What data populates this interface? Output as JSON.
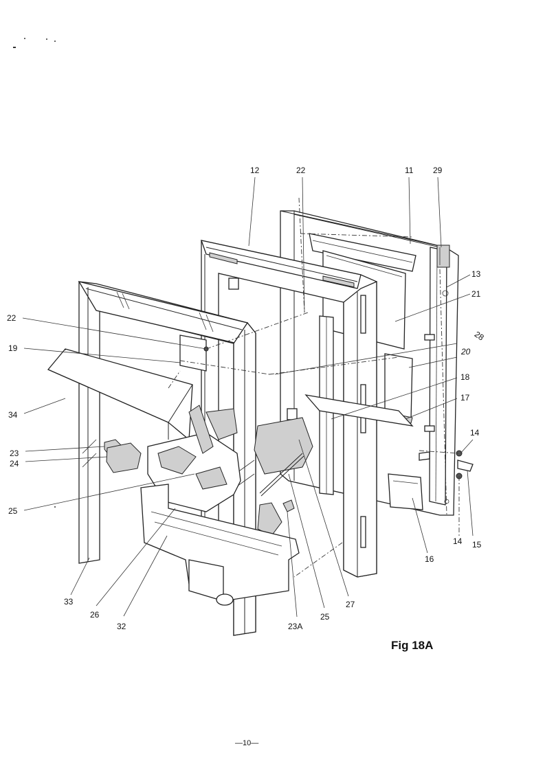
{
  "figure": {
    "title": "Fig 18A",
    "page_number": "—10—"
  },
  "callouts": [
    {
      "id": "c12",
      "text": "12"
    },
    {
      "id": "c22a",
      "text": "22"
    },
    {
      "id": "c11",
      "text": "11"
    },
    {
      "id": "c29",
      "text": "29"
    },
    {
      "id": "c13",
      "text": "13"
    },
    {
      "id": "c21",
      "text": "21"
    },
    {
      "id": "c28",
      "text": "28"
    },
    {
      "id": "c20",
      "text": "20"
    },
    {
      "id": "c18",
      "text": "18"
    },
    {
      "id": "c17",
      "text": "17"
    },
    {
      "id": "c14a",
      "text": "14"
    },
    {
      "id": "c14b",
      "text": "14"
    },
    {
      "id": "c15",
      "text": "15"
    },
    {
      "id": "c16",
      "text": "16"
    },
    {
      "id": "c22b",
      "text": "22"
    },
    {
      "id": "c19",
      "text": "19"
    },
    {
      "id": "c34",
      "text": "34"
    },
    {
      "id": "c23",
      "text": "23"
    },
    {
      "id": "c24",
      "text": "24"
    },
    {
      "id": "c25a",
      "text": "25"
    },
    {
      "id": "c33",
      "text": "33"
    },
    {
      "id": "c26",
      "text": "26"
    },
    {
      "id": "c32",
      "text": "32"
    },
    {
      "id": "c23A",
      "text": "23A"
    },
    {
      "id": "c25b",
      "text": "25"
    },
    {
      "id": "c27",
      "text": "27"
    }
  ]
}
